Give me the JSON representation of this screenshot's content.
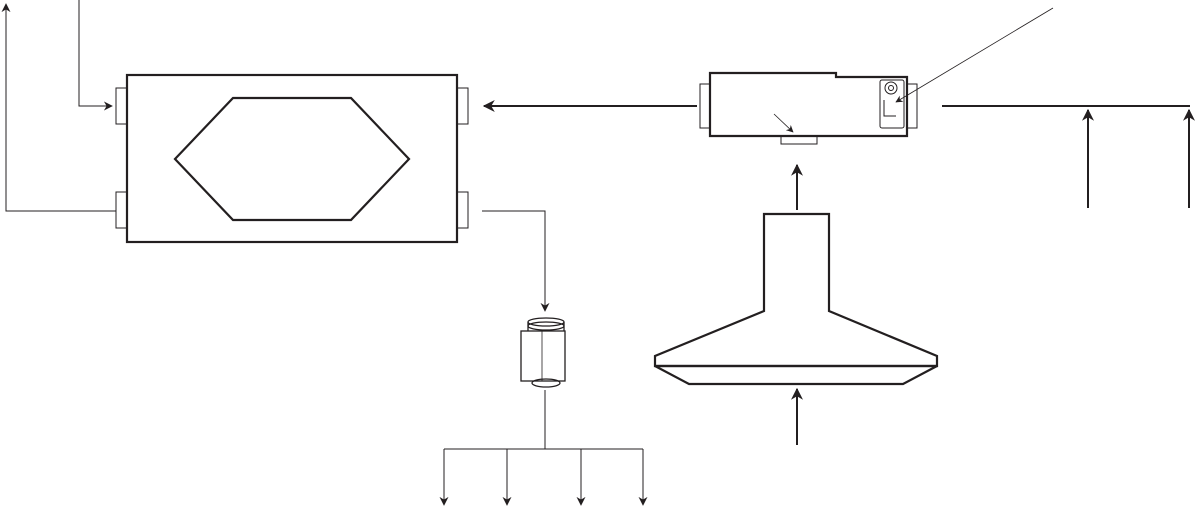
{
  "diagram": {
    "kind": "ventilation-schematic",
    "components": [
      "heat-recovery-unit",
      "hexagonal-heat-exchanger-core",
      "inline-fan-box",
      "fan-speed-control",
      "range-hood",
      "inline-silencer",
      "supply-diffuser-branches"
    ],
    "stroke_color": "#231f20",
    "background_color": "#ffffff"
  }
}
